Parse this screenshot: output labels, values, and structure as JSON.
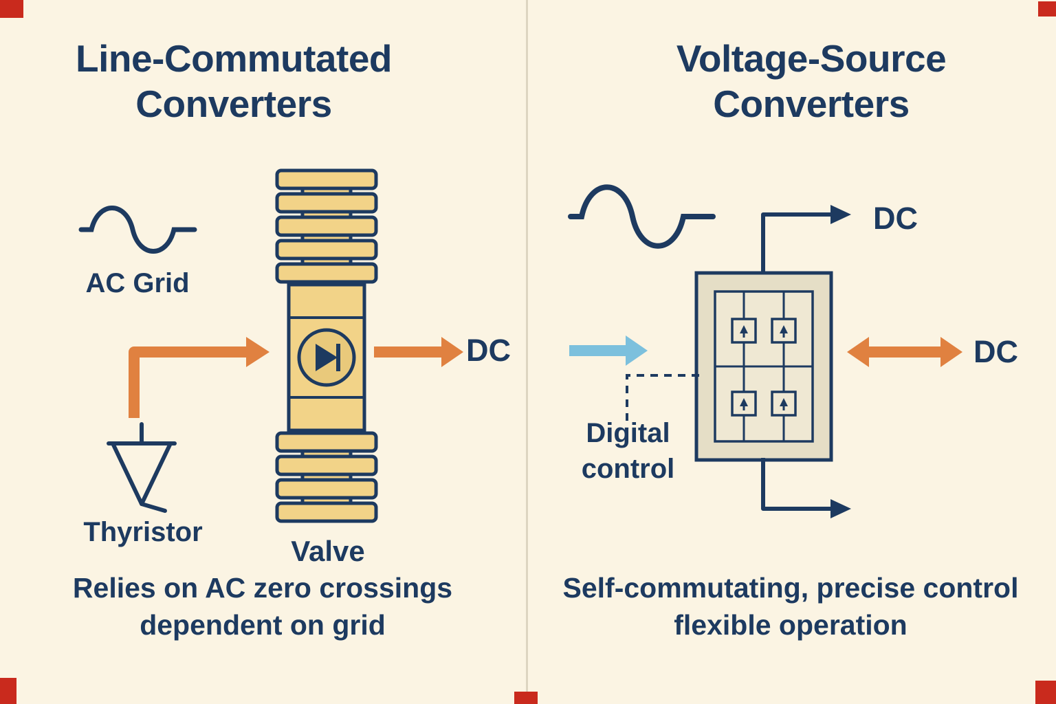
{
  "colors": {
    "background": "#fbf4e3",
    "panel_divider": "#ddd5c1",
    "navy": "#1d3a60",
    "orange": "#e08140",
    "blue": "#7cc0dd",
    "valve_yellow": "#f2d388",
    "valve_yellow_deep": "#e9c97b",
    "box_beige": "#e5dec6",
    "box_inner": "#efe8d3",
    "red_mark": "#c92a1d"
  },
  "left_panel": {
    "title_line1": "Line-Commutated",
    "title_line2": "Converters",
    "ac_grid_label": "AC Grid",
    "dc_label": "DC",
    "thyristor_label": "Thyristor",
    "valve_label": "Valve",
    "caption_line1": "Relies on AC zero crossings",
    "caption_line2": "dependent on grid"
  },
  "right_panel": {
    "title_line1": "Voltage-Source",
    "title_line2": "Converters",
    "dc_top_label": "DC",
    "dc_side_label": "DC",
    "digital_control_line1": "Digital",
    "digital_control_line2": "control",
    "caption_line1": "Self-commutating, precise control",
    "caption_line2": "flexible operation"
  }
}
